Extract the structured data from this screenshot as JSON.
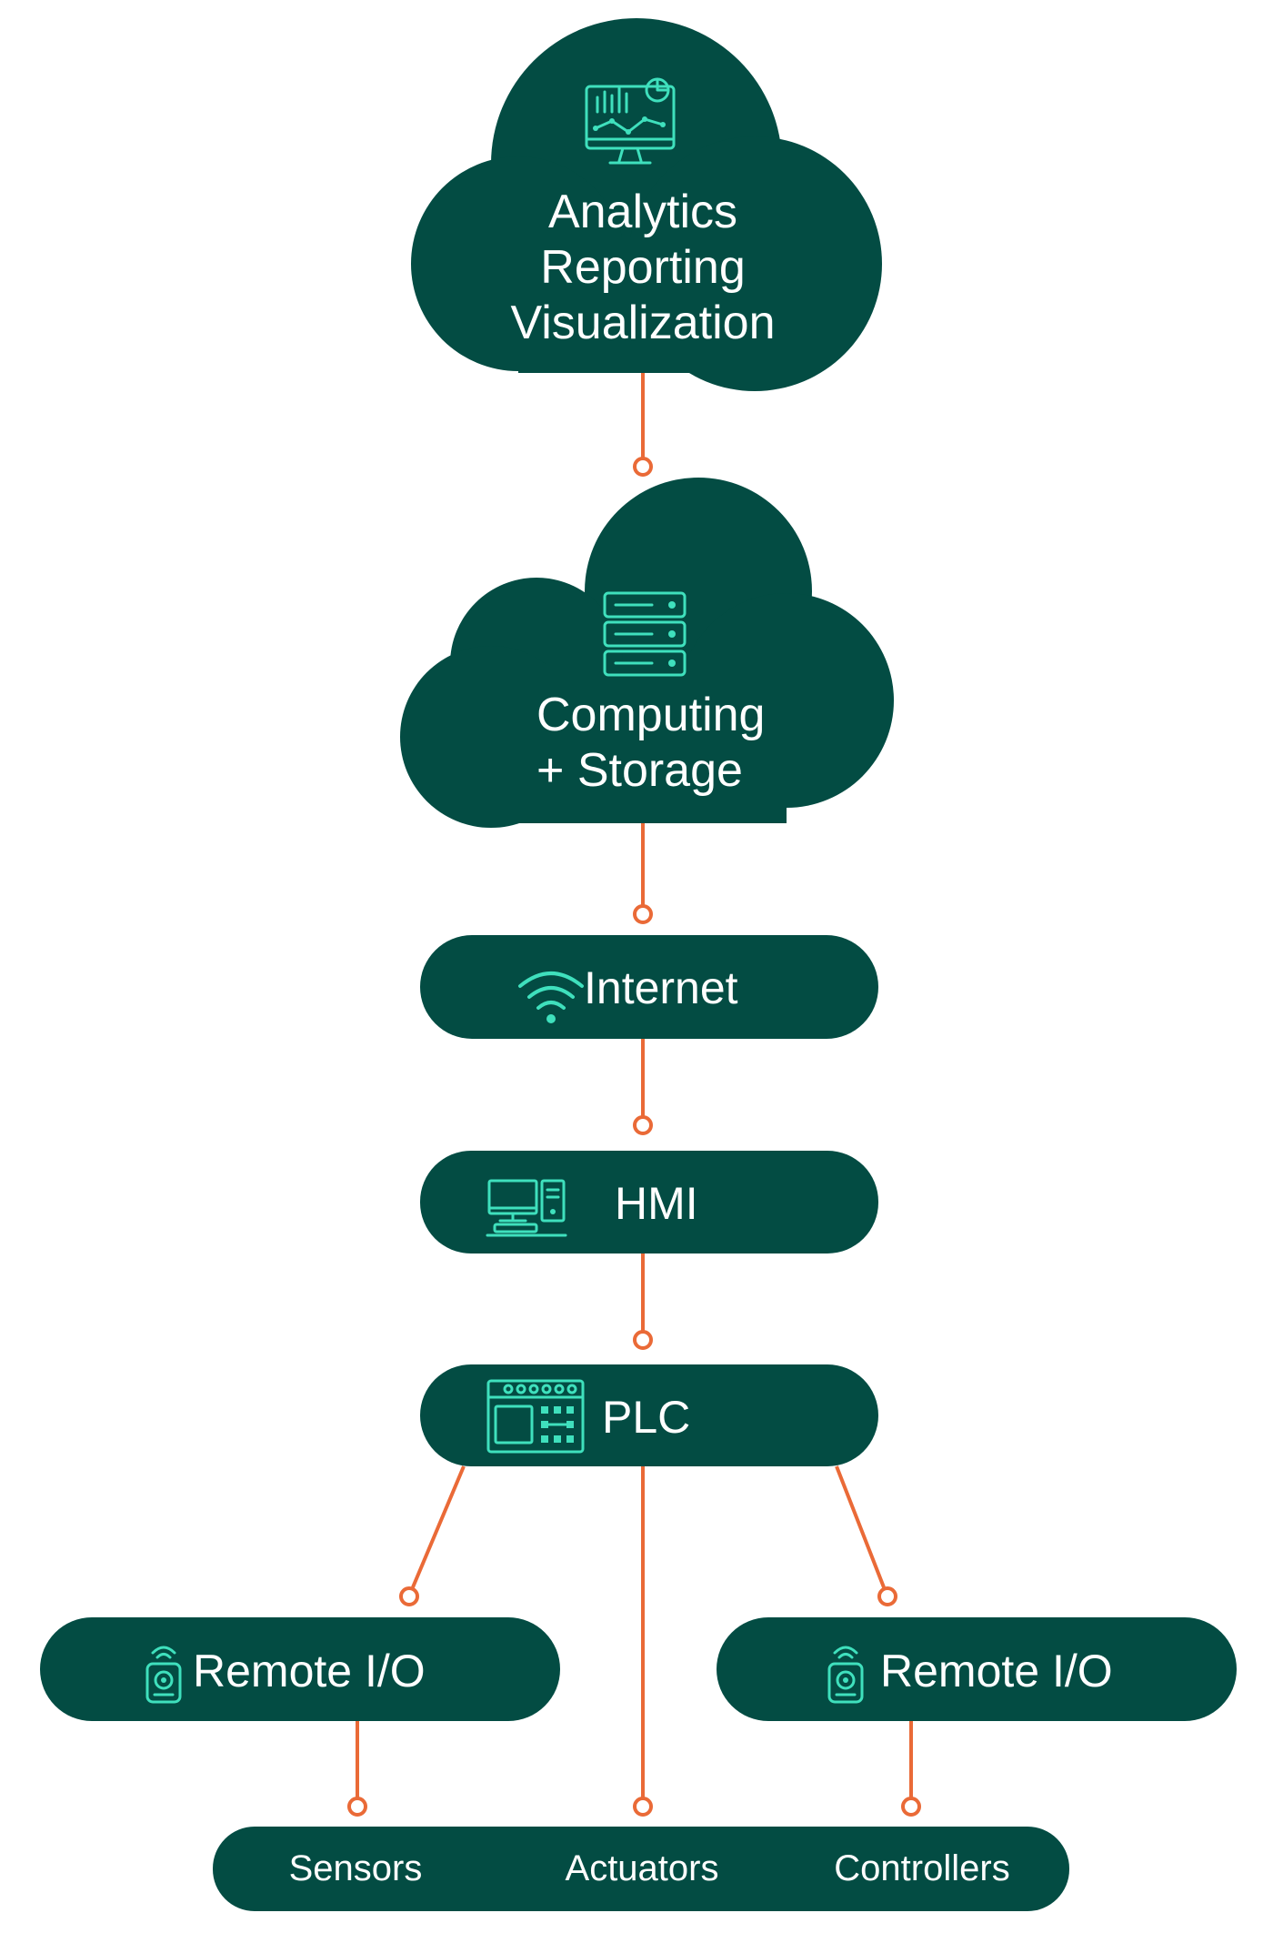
{
  "nodes": {
    "analytics": {
      "lines": [
        "Analytics",
        "Reporting",
        "Visualization"
      ],
      "icon": "analytics-monitor-icon"
    },
    "computing": {
      "lines": [
        "Computing",
        "+ Storage"
      ],
      "icon": "server-stack-icon"
    },
    "internet": {
      "label": "Internet",
      "icon": "wifi-icon"
    },
    "hmi": {
      "label": "HMI",
      "icon": "computer-workstation-icon"
    },
    "plc": {
      "label": "PLC",
      "icon": "plc-controller-icon"
    },
    "remote_io_left": {
      "label": "Remote I/O",
      "icon": "remote-io-device-icon"
    },
    "remote_io_right": {
      "label": "Remote I/O",
      "icon": "remote-io-device-icon"
    },
    "field_devices": {
      "items": [
        "Sensors",
        "Actuators",
        "Controllers"
      ]
    }
  },
  "edges": [
    [
      "analytics",
      "computing"
    ],
    [
      "computing",
      "internet"
    ],
    [
      "internet",
      "hmi"
    ],
    [
      "hmi",
      "plc"
    ],
    [
      "plc",
      "remote_io_left"
    ],
    [
      "plc",
      "remote_io_right"
    ],
    [
      "plc",
      "field_devices.Actuators"
    ],
    [
      "remote_io_left",
      "field_devices.Sensors"
    ],
    [
      "remote_io_right",
      "field_devices.Controllers"
    ]
  ],
  "colors": {
    "node": "#034c43",
    "connector": "#ea6a37",
    "icon": "#3fe0bd",
    "text": "#ffffff",
    "background": "#ffffff"
  }
}
